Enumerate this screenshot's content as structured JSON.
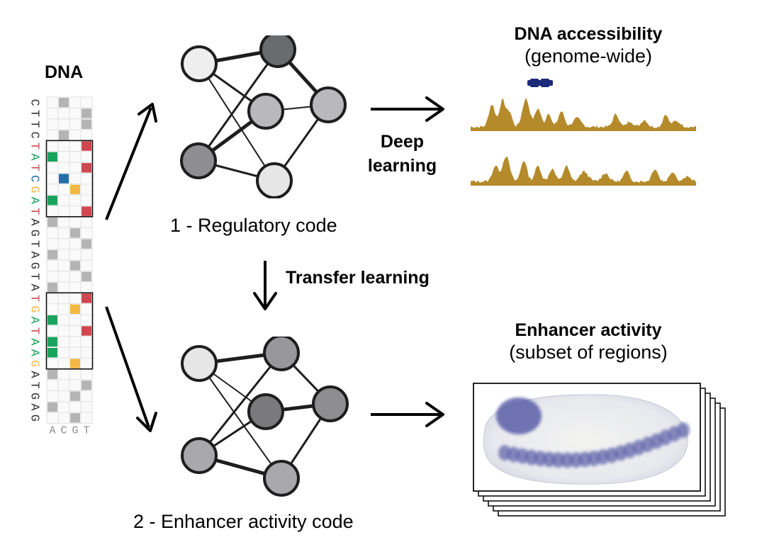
{
  "dna_panel": {
    "title": "DNA",
    "sequence": "CTTCTATCGATAGTAGTATGATAAGATGAG",
    "axis_letters": "ACGT",
    "colors": {
      "A": "#1aa35c",
      "C": "#1f6fa8",
      "G": "#f2b843",
      "T": "#d0474f",
      "other": "#333333",
      "grid_fill": "#b4b4b4"
    }
  },
  "network1": {
    "caption": "1 - Regulatory code"
  },
  "network2": {
    "caption": "2 - Enhancer activity code"
  },
  "deep_learning": {
    "label_line1": "Deep",
    "label_line2": "learning"
  },
  "transfer": {
    "label": "Transfer learning"
  },
  "accessibility": {
    "title": "DNA accessibility",
    "subtitle": "(genome-wide)",
    "track_color": "#b58a2a",
    "marker_color": "#1c2a7a"
  },
  "enhancer": {
    "title": "Enhancer activity",
    "subtitle": "(subset of regions)",
    "stain_color": "#5a5fa8"
  }
}
